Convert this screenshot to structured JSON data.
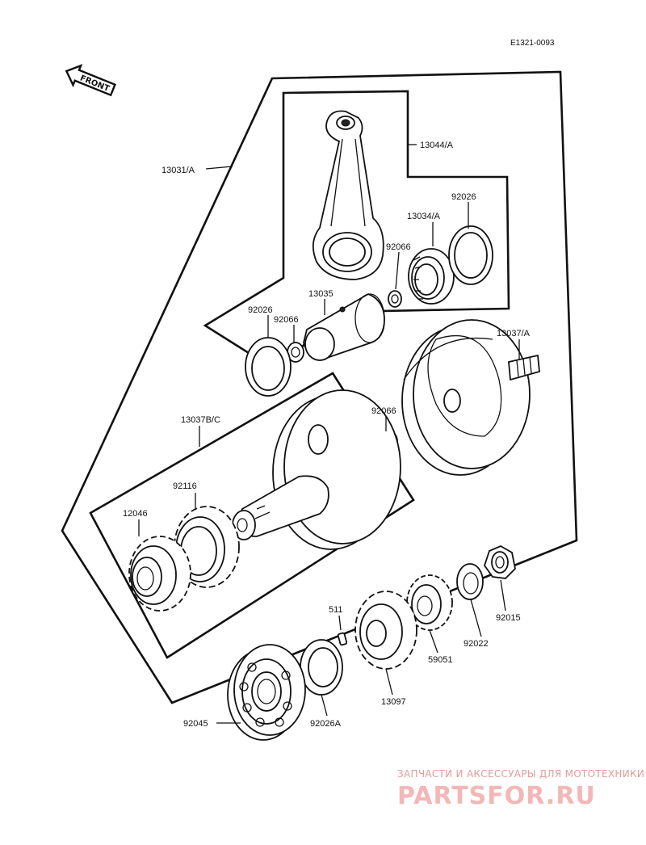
{
  "diagram_code": "E1321-0093",
  "front_arrow_text": "FRONT",
  "labels": {
    "crankshaft_assy": "13031/A",
    "connecting_rod": "13044/A",
    "needle_bearing": "13034/A",
    "washer_top_right": "92026",
    "collar_right": "92066",
    "crankpin": "13035",
    "washer_left": "92026",
    "collar_left": "92066",
    "flywheel_right": "13037/A",
    "collar_mid": "92066",
    "flywheel_left": "13037B/C",
    "gear_inner": "92116",
    "gear_outer": "12046",
    "key": "511",
    "nut": "92015",
    "washer_lock": "92022",
    "gear_small": "59051",
    "gear_primary": "13097",
    "ball_bearing": "92045",
    "oil_seal": "92026A"
  },
  "watermark": {
    "caption": "ЗАПЧАСТИ И АКСЕССУАРЫ ДЛЯ МОТОТЕХНИКИ",
    "brand": "PARTSFOR.RU"
  },
  "colors": {
    "ink": "#111111",
    "watermark": "#f3b7b7"
  }
}
